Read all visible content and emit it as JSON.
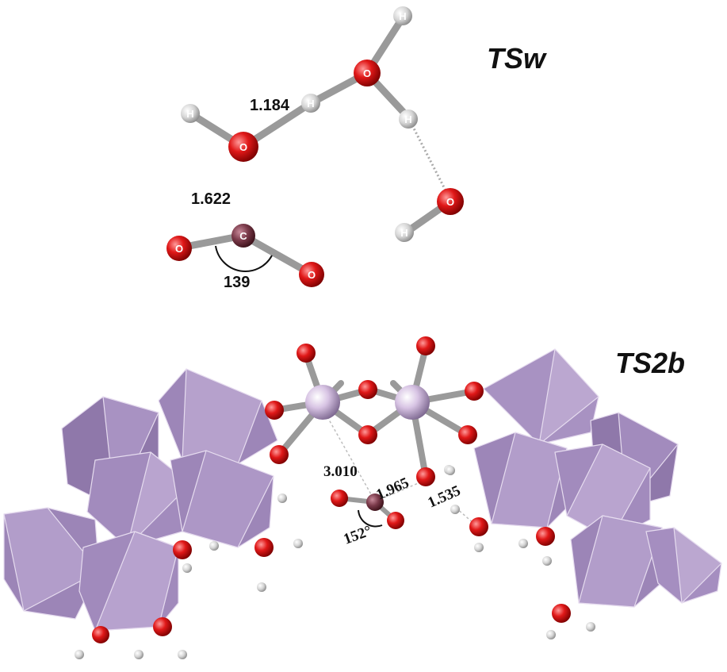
{
  "panels": {
    "top": {
      "title": "TSw",
      "distances": [
        "1.184",
        "1.622"
      ],
      "angle": "139",
      "atom_labels": {
        "oxygen": "O",
        "hydrogen": "H",
        "carbon": "C"
      }
    },
    "bottom": {
      "title": "TS2b",
      "distances": [
        "3.010",
        "1.965",
        "1.535"
      ],
      "angle": "152°"
    }
  },
  "colors": {
    "oxygen": "#e01818",
    "hydrogen": "#d8d8d8",
    "carbon": "#7a3a4a",
    "metal": "#c8b0d8",
    "polyhedron": "#a58ec0",
    "bond": "#9a9a9a"
  }
}
